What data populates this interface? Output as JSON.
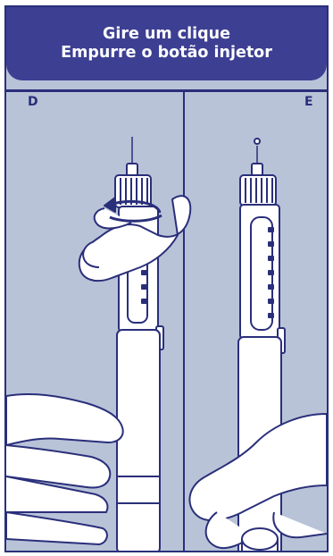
{
  "banner": {
    "line1": "Gire um clique",
    "line2": "Empurre o botão injetor"
  },
  "panels": {
    "left_label": "D",
    "right_label": "E"
  },
  "colors": {
    "banner_bg": "#3d3f93",
    "panel_bg": "#b8c3d8",
    "outline": "#2a2f7a",
    "pen_fill": "#ffffff"
  }
}
